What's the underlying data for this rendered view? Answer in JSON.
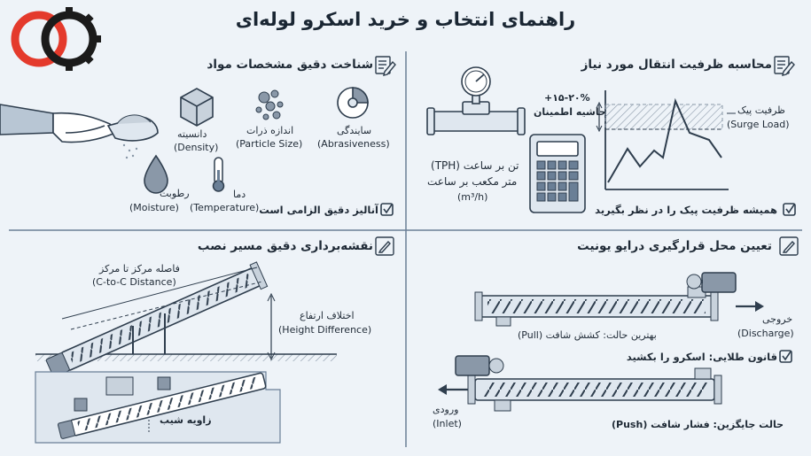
{
  "title": "راهنمای انتخاب و خرید اسکرو لوله‌ای",
  "colors": {
    "brand_red": "#e43a2c",
    "brand_dark": "#1b1b1b",
    "line": "#2f3e4e",
    "accent": "#6a7f96",
    "bg": "#eef3f8"
  },
  "icons": [
    "logo-icon",
    "document-icon",
    "pencil-icon",
    "check-icon",
    "pressure-gauge-icon",
    "calculator-icon",
    "cube-icon",
    "droplet-icon",
    "thermometer-icon",
    "abrasion-icon",
    "hand-scoop-icon"
  ],
  "capacity": {
    "heading": "محاسبه ظرفیت انتقال مورد نیاز",
    "tph": "تن بر ساعت (TPH)",
    "m3h_fa": "متر مکعب بر ساعت",
    "m3h_unit": "(m³/h)",
    "margin_pct": "۱۵-۲۰%+",
    "margin_label": "حاشیه اطمینان",
    "peak_fa": "ظرفیت پیک",
    "peak_en": "(Surge Load)",
    "note": "همیشه ظرفیت پیک را در نظر بگیرید"
  },
  "material": {
    "heading": "شناخت دقیق مشخصات مواد",
    "abrasiveness_fa": "سایندگی",
    "abrasiveness_en": "(Abrasiveness)",
    "particle_fa": "اندازه ذرات",
    "particle_en": "(Particle Size)",
    "density_fa": "دانسیته",
    "density_en": "(Density)",
    "temperature_fa": "دما",
    "temperature_en": "(Temperature)",
    "moisture_fa": "رطوبت",
    "moisture_en": "(Moisture)",
    "note": "آنالیز دقیق الزامی است"
  },
  "drive": {
    "heading": "تعیین محل قرارگیری درایو یونیت",
    "discharge_fa": "خروجی",
    "discharge_en": "(Discharge)",
    "pull": "بهترین حالت: کشش شافت (Pull)",
    "golden": "قانون طلایی: اسکرو را بکشید",
    "inlet_fa": "ورودی",
    "inlet_en": "(Inlet)",
    "push": "حالت جایگزین: فشار شافت (Push)"
  },
  "route": {
    "heading": "نقشه‌برداری دقیق مسیر نصب",
    "ctoc_fa": "فاصله مرکز تا مرکز",
    "ctoc_en": "(C-to-C Distance)",
    "height_fa": "اختلاف ارتفاع",
    "height_en": "(Height Difference)",
    "slope": "زاویه شیب"
  }
}
